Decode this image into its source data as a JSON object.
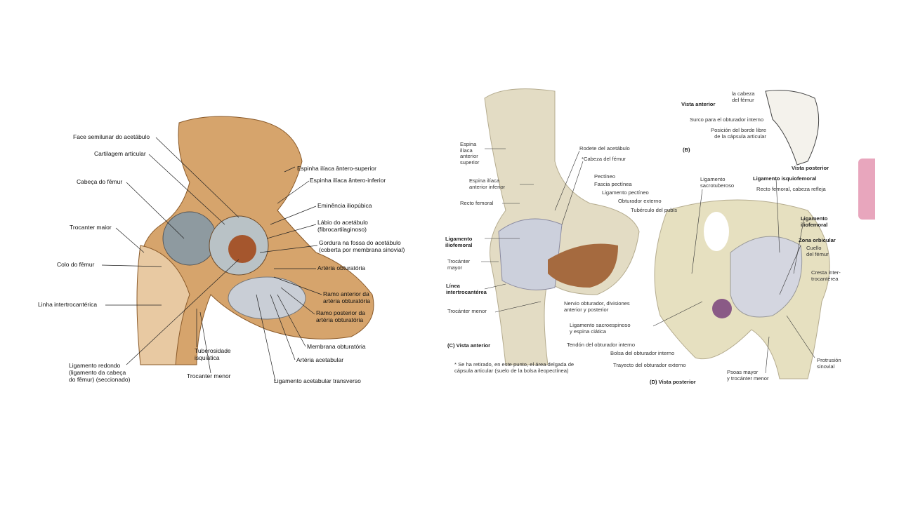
{
  "left_figure": {
    "labels": [
      "Face semilunar do acetábulo",
      "Cartilagem articular",
      "Cabeça do fêmur",
      "Trocanter maior",
      "Colo do fêmur",
      "Linha intertrocantérica",
      "Ligamento redondo\n(ligamento da cabeça\ndo fêmur) (seccionado)",
      "Tuberosidade\nisquiática",
      "Trocanter menor",
      "Ligamento acetabular transverso",
      "Artéria acetabular",
      "Membrana obturatória",
      "Ramo posterior da\nartéria obturatória",
      "Ramo anterior da\nartéria obturatória",
      "Artéria obturatória",
      "Gordura na fossa do acetábulo\n(coberta por membrana sinovial)",
      "Lábio do acetábulo\n(fibrocartilaginoso)",
      "Eminência iliopúbica",
      "Espinha ilíaca ântero-inferior",
      "Espinha ilíaca ântero-superior"
    ]
  },
  "right_figure": {
    "panel_c": {
      "labels": [
        "Espina\nilíaca\nanterior\nsuperior",
        "Espina ilíaca\nanterior inferior",
        "Recto femoral",
        "Ligamento\niliofemoral",
        "Trocánter\nmayor",
        "Línea\nintertrocantérea",
        "Trocánter menor",
        "Rodete del acetábulo",
        "*Cabeza del fémur",
        "Pectíneo",
        "Fascia pectínea",
        "Ligamento pectíneo",
        "Obturador externo",
        "Tubérculo del pubis",
        "Nervio obturador, divisiones\nanterior y posterior"
      ],
      "caption": "(C) Vista anterior",
      "footnote": "* Se ha retirado, en este punto, el área delgada de\ncápsula articular (suelo de la bolsa ileopectínea)"
    },
    "panel_b": {
      "labels": [
        "Vista anterior",
        "la cabeza\ndel fémur",
        "Surco para el obturador interno",
        "Posición del borde libre\nde la cápsula articular",
        "Vista posterior"
      ],
      "caption": "(B)"
    },
    "panel_d": {
      "labels": [
        "Ligamento\nsacrotuberoso",
        "Ligamento isquiofemoral",
        "Recto femoral, cabeza refleja",
        "Ligamento\niliofemoral",
        "Zona orbicular",
        "Cuello\ndel fémur",
        "Cresta inter-\ntrocantérea",
        "Ligamento sacroespinoso\ny espina ciática",
        "Tendón del obturador interno",
        "Bolsa del obturador interno",
        "Trayecto del obturador externo",
        "Psoas mayor\ny trocánter menor",
        "Protrusión\nsinovial"
      ],
      "caption": "(D) Vista posterior"
    }
  },
  "colors": {
    "bone": "#d9a46a",
    "tab": "#e8a6bd"
  }
}
